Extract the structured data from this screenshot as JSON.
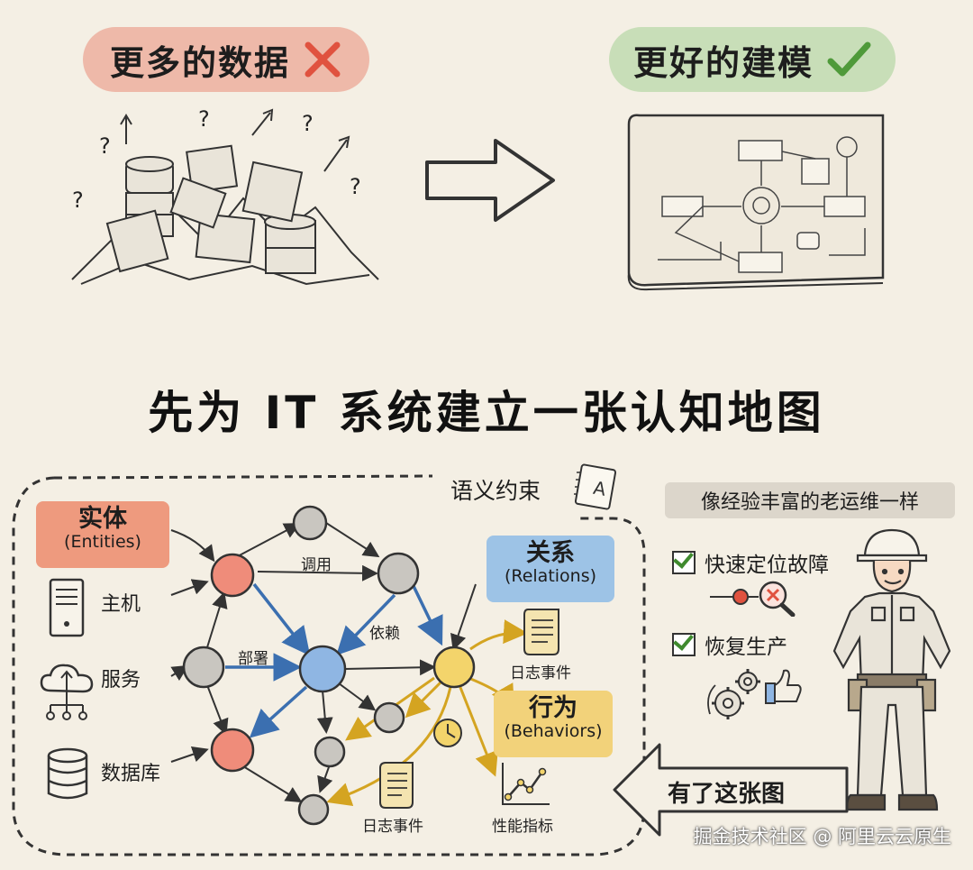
{
  "top": {
    "left_pill": "更多的数据",
    "right_pill": "更好的建模"
  },
  "title": "先为 IT 系统建立一张认知地图",
  "semantic_label": "语义约束",
  "entities": {
    "t1": "实体",
    "t2": "(Entities)"
  },
  "relations": {
    "t1": "关系",
    "t2": "(Relations)"
  },
  "behaviors": {
    "t1": "行为",
    "t2": "(Behaviors)"
  },
  "entity_items": [
    "主机",
    "服务",
    "数据库"
  ],
  "edge_labels": {
    "call": "调用",
    "deploy": "部署",
    "depend": "依赖"
  },
  "event_labels": {
    "log1": "日志事件",
    "log2": "日志事件",
    "perf": "性能指标"
  },
  "side": {
    "heading": "像经验丰富的老运维一样",
    "checks": [
      "快速定位故障",
      "恢复生产"
    ],
    "arrow_text": "有了这张图"
  },
  "watermark": "掘金技术社区 @ 阿里云云原生",
  "colors": {
    "red_node": "#ef8c7a",
    "blue_node": "#8fb6e3",
    "yellow_node": "#f3d46b",
    "gray_node": "#c9c6c0",
    "red_x": "#e0523f",
    "green_check": "#4f9a3a"
  }
}
